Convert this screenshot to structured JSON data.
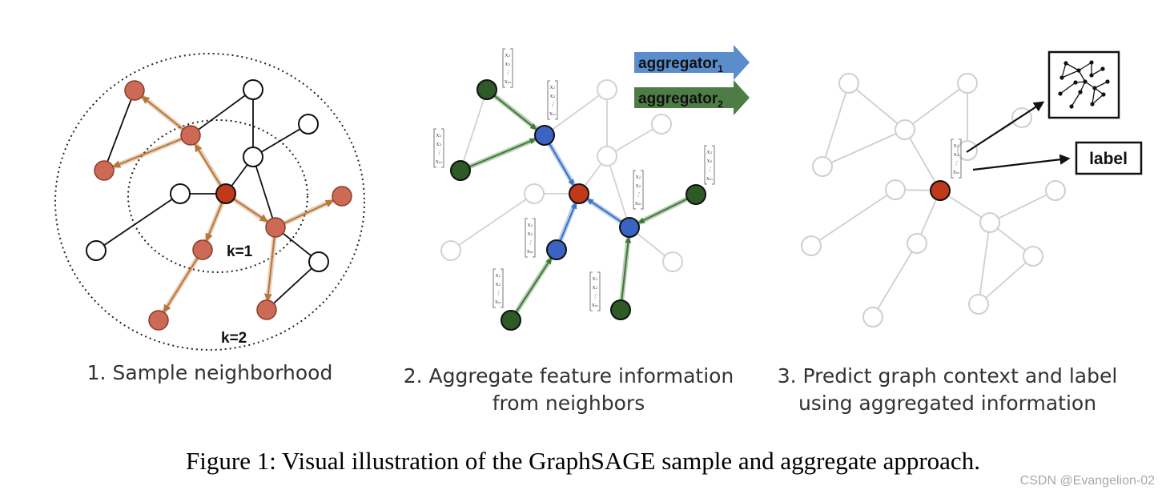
{
  "panel1": {
    "caption": "1. Sample neighborhood",
    "k1_label": "k=1",
    "k2_label": "k=2"
  },
  "panel2": {
    "caption_line1": "2. Aggregate feature information",
    "caption_line2": "from neighbors",
    "aggregator_label": "aggregator",
    "aggregator1_sub": "1",
    "aggregator2_sub": "2",
    "feature_vector": [
      "x1",
      "x2",
      "⋮",
      "xm"
    ]
  },
  "panel3": {
    "caption_line1": "3. Predict graph context and label",
    "caption_line2": "using aggregated information",
    "label_box": "label",
    "graph_icon": "graph-context-icon"
  },
  "figure_caption": "Figure 1: Visual illustration of the GraphSAGE sample and aggregate approach.",
  "watermark": "CSDN @Evangelion-02",
  "colors": {
    "target_node": "#c0391b",
    "sampled_node": "#cd6a55",
    "sample_edge": "#b8763a",
    "aggregator1": "#5b8ccc",
    "aggregator2": "#4e7c45",
    "hop1_node": "#3a63c4",
    "hop2_node": "#2e5a26",
    "faded": "#cfcfcf"
  }
}
